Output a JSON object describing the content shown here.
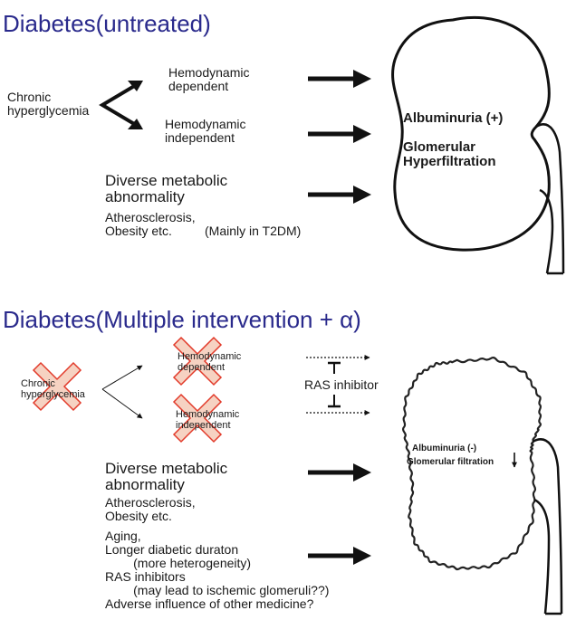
{
  "top": {
    "title": "Diabetes(untreated)",
    "chronic": "Chronic\nhyperglycemia",
    "hemo_dep": "Hemodynamic\ndependent",
    "hemo_indep": "Hemodynamic\nindependent",
    "diverse": "Diverse metabolic\nabnormality",
    "athero": "Atherosclerosis,\nObesity etc.",
    "mainly": "(Mainly in T2DM)",
    "kidney_albuminuria": "Albuminuria (+)",
    "kidney_hyper": "Glomerular\nHyperfiltration"
  },
  "bottom": {
    "title": "Diabetes(Multiple intervention + α)",
    "chronic": "Chronic\nhyperglycemia",
    "hemo_dep": "Hemodynamic\ndependent",
    "hemo_indep": "Hemodynamic\nindependent",
    "ras": "RAS inhibitor",
    "diverse": "Diverse metabolic\nabnormality",
    "athero": "Atherosclerosis,\nObesity etc.",
    "aging": "Aging,\nLonger diabetic duraton\n        (more heterogeneity)\nRAS inhibitors\n        (may lead to ischemic glomeruli??)\nAdverse influence of other medicine?",
    "kidney_albuminuria": "Albuminuria (-)",
    "kidney_gfr": "Glomerular filtration"
  },
  "colors": {
    "title": "#2a2a8c",
    "cross_fill": "#f6d2c2",
    "cross_stroke": "#e23a2a"
  }
}
